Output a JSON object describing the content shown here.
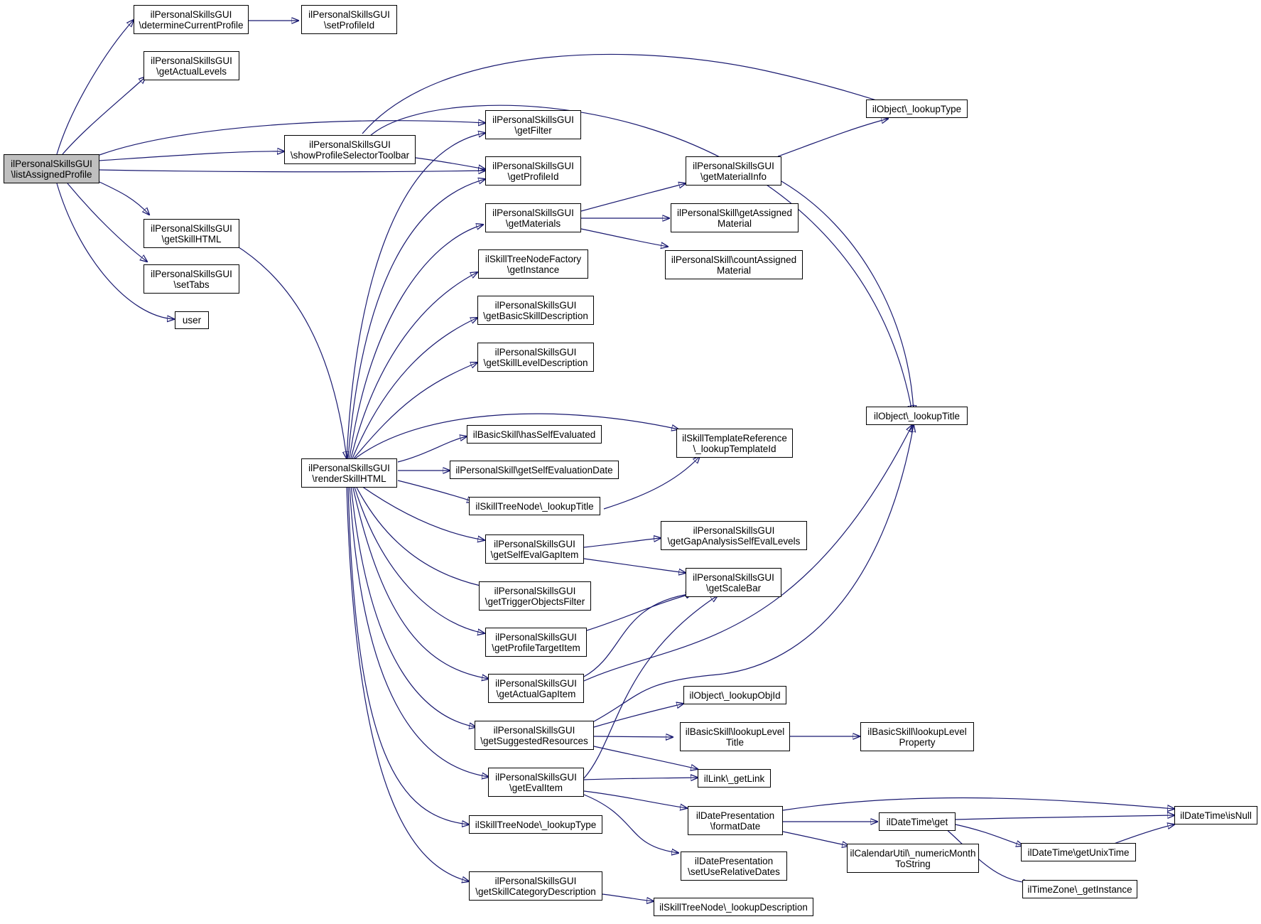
{
  "colors": {
    "edge": "#191970",
    "node_border": "#000000",
    "root_fill": "#bfbfbf",
    "node_fill": "#ffffff"
  },
  "nodes": {
    "listAssignedProfile": [
      "ilPersonalSkillsGUI",
      "\\listAssignedProfile"
    ],
    "determineCurrentProfile": [
      "ilPersonalSkillsGUI",
      "\\determineCurrentProfile"
    ],
    "setProfileId": [
      "ilPersonalSkillsGUI",
      "\\setProfileId"
    ],
    "getActualLevels": [
      "ilPersonalSkillsGUI",
      "\\getActualLevels"
    ],
    "showProfileSelectorToolbar": [
      "ilPersonalSkillsGUI",
      "\\showProfileSelectorToolbar"
    ],
    "getSkillHTML": [
      "ilPersonalSkillsGUI",
      "\\getSkillHTML"
    ],
    "setTabs": [
      "ilPersonalSkillsGUI",
      "\\setTabs"
    ],
    "user": [
      "user"
    ],
    "renderSkillHTML": [
      "ilPersonalSkillsGUI",
      "\\renderSkillHTML"
    ],
    "getFilter": [
      "ilPersonalSkillsGUI",
      "\\getFilter"
    ],
    "getProfileId": [
      "ilPersonalSkillsGUI",
      "\\getProfileId"
    ],
    "getMaterials": [
      "ilPersonalSkillsGUI",
      "\\getMaterials"
    ],
    "getInstanceFactory": [
      "ilSkillTreeNodeFactory",
      "\\getInstance"
    ],
    "getBasicSkillDescription": [
      "ilPersonalSkillsGUI",
      "\\getBasicSkillDescription"
    ],
    "getSkillLevelDescription": [
      "ilPersonalSkillsGUI",
      "\\getSkillLevelDescription"
    ],
    "hasSelfEvaluated": [
      "ilBasicSkill\\hasSelfEvaluated"
    ],
    "getSelfEvaluationDate": [
      "ilPersonalSkill\\getSelfEvaluationDate"
    ],
    "skillTreeLookupTitle": [
      "ilSkillTreeNode\\_lookupTitle"
    ],
    "getSelfEvalGapItem": [
      "ilPersonalSkillsGUI",
      "\\getSelfEvalGapItem"
    ],
    "getTriggerObjectsFilter": [
      "ilPersonalSkillsGUI",
      "\\getTriggerObjectsFilter"
    ],
    "getProfileTargetItem": [
      "ilPersonalSkillsGUI",
      "\\getProfileTargetItem"
    ],
    "getActualGapItem": [
      "ilPersonalSkillsGUI",
      "\\getActualGapItem"
    ],
    "getSuggestedResources": [
      "ilPersonalSkillsGUI",
      "\\getSuggestedResources"
    ],
    "getEvalItem": [
      "ilPersonalSkillsGUI",
      "\\getEvalItem"
    ],
    "skillTreeLookupType": [
      "ilSkillTreeNode\\_lookupType"
    ],
    "getSkillCategoryDescription": [
      "ilPersonalSkillsGUI",
      "\\getSkillCategoryDescription"
    ],
    "getMaterialInfo": [
      "ilPersonalSkillsGUI",
      "\\getMaterialInfo"
    ],
    "getAssignedMaterial": [
      "ilPersonalSkill\\getAssigned",
      "Material"
    ],
    "countAssignedMaterial": [
      "ilPersonalSkill\\countAssigned",
      "Material"
    ],
    "lookupTemplateId": [
      "ilSkillTemplateReference",
      "\\_lookupTemplateId"
    ],
    "getGapAnalysisSelfEvalLevels": [
      "ilPersonalSkillsGUI",
      "\\getGapAnalysisSelfEvalLevels"
    ],
    "getScaleBar": [
      "ilPersonalSkillsGUI",
      "\\getScaleBar"
    ],
    "lookupObjId": [
      "ilObject\\_lookupObjId"
    ],
    "lookupLevelTitle": [
      "ilBasicSkill\\lookupLevel",
      "Title"
    ],
    "getLink": [
      "ilLink\\_getLink"
    ],
    "formatDate": [
      "ilDatePresentation",
      "\\formatDate"
    ],
    "setUseRelativeDates": [
      "ilDatePresentation",
      "\\setUseRelativeDates"
    ],
    "lookupDescription": [
      "ilSkillTreeNode\\_lookupDescription"
    ],
    "lookupType": [
      "ilObject\\_lookupType"
    ],
    "objLookupTitle": [
      "ilObject\\_lookupTitle"
    ],
    "lookupLevelProperty": [
      "ilBasicSkill\\lookupLevel",
      "Property"
    ],
    "dateTimeGet": [
      "ilDateTime\\get"
    ],
    "numericMonthToString": [
      "ilCalendarUtil\\_numericMonth",
      "ToString"
    ],
    "getUnixTime": [
      "ilDateTime\\getUnixTime"
    ],
    "getInstanceTZ": [
      "ilTimeZone\\_getInstance"
    ],
    "isNull": [
      "ilDateTime\\isNull"
    ]
  }
}
